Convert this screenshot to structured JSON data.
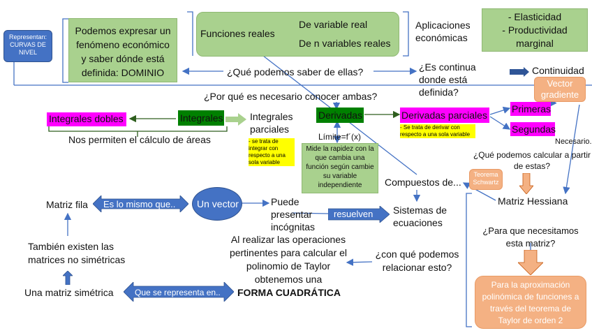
{
  "nodes": {
    "representan": "Representan: CURVAS DE NIVEL",
    "dominio": "Podemos expresar un fenómeno económico y saber dónde está definida: DOMINIO",
    "funciones_reales": "Funciones reales",
    "variable_real": "De variable real",
    "n_variables": "De n variables reales",
    "aplicaciones": "Aplicaciones económicas",
    "elasticidad": "- Elasticidad",
    "productividad": "- Productividad marginal",
    "que_saber": "¿Qué podemos saber de ellas?",
    "continua": "¿Es continua donde está definida?",
    "continuidad": "Continuidad",
    "vector_gradiente": "Vector gradiente",
    "por_que": "¿Por qué es necesario conocer ambas?",
    "integrales_dobles": "Integrales dobles",
    "integrales": "Integrales",
    "integrales_parciales": "Integrales parciales",
    "integrales_parciales_note": "- se trata de integrar con respecto a una sola variable",
    "derivadas": "Derivadas",
    "derivadas_parciales": "Derivadas parciales",
    "derivadas_parciales_note": "- Se trata de derivar con respecto a una sola variable",
    "primeras": "Primeras",
    "segundas": "Segundas",
    "necesario": "Necesario...",
    "area": "Nos permiten el cálculo de áreas",
    "limite": "Límite=f´(x)",
    "rapidez": "Mide la rapidez con la que cambia una función según cambie su variable independiente",
    "que_calcular": "¿Qué podemos calcular a partir de estas?",
    "teorema_schwartz": "Teorema Schwartz",
    "compuestos": "Compuestos de...",
    "matriz_hessiana": "Matriz Hessiana",
    "matriz_fila": "Matriz fila",
    "es_lo_mismo": "Es lo mismo que..",
    "un_vector": "Un vector",
    "puede_presentar": "Puede presentar incógnitas",
    "resuelven": "resuelven",
    "sistemas": "Sistemas de ecuaciones",
    "para_que": "¿Para que necesitamos esta matriz?",
    "tambien": "También existen las matrices no simétricas",
    "al_realizar": "Al realizar las operaciones pertinentes para calcular el polinomio de Taylor obtenemos una",
    "forma_cuadratica": "FORMA CUADRÁTICA",
    "con_que": "¿con qué podemos relacionar esto?",
    "aproximacion": "Para la aproximación polinómica de funciones a través del teorema de Taylor de orden 2",
    "matriz_simetrica": "Una matriz simétrica",
    "que_se_representa": "Que se representa en.."
  },
  "colors": {
    "light_green": "#a9d18e",
    "dark_green": "#008000",
    "magenta": "#ff00ff",
    "yellow": "#ffff00",
    "blue": "#4472c4",
    "orange": "#f4b183",
    "line_blue": "#4472c4"
  }
}
